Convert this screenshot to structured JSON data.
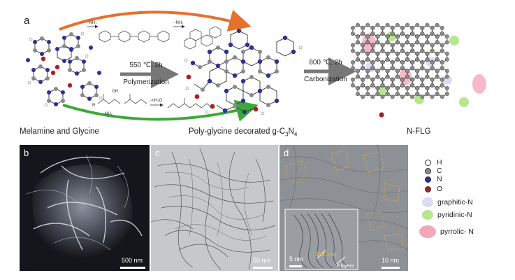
{
  "panel_a": {
    "letter": "a",
    "captions": {
      "left": "Melamine and Glycine",
      "middle_prefix": "Poly-glycine decorated g-C",
      "middle_sub1": "3",
      "middle_n": "N",
      "middle_sub2": "4",
      "right": "N-FLG"
    },
    "arrow1": {
      "top": "550 ℃, 2h",
      "bottom": "Polymerization"
    },
    "arrow2": {
      "top": "800 ℃, 2h",
      "bottom": "Carbonization"
    },
    "small_labels": {
      "nh3_a": "−NH₃",
      "nh3_b": "−NH₃",
      "h2o": "−nH₂O",
      "nh2": "NH₂",
      "oh": "OH",
      "r": "R"
    }
  },
  "panel_b": {
    "letter": "b",
    "scale": "500 nm"
  },
  "panel_c": {
    "letter": "c",
    "scale": "50 nm"
  },
  "panel_d": {
    "letter": "d",
    "scale": "10 nm",
    "inset_scale": "5 nm",
    "spacing": "0.40 nm",
    "layers": "6 layers"
  },
  "legend": {
    "items": [
      {
        "label": "H",
        "color": "#ffffff"
      },
      {
        "label": "C",
        "color": "#8a8a8a"
      },
      {
        "label": "N",
        "color": "#2e3192"
      },
      {
        "label": "O",
        "color": "#b01e23"
      },
      {
        "label": "graphitic-N",
        "color": "#dcdcf0"
      },
      {
        "label": "pyridinic-N",
        "color": "#b8e68c"
      },
      {
        "label": "pyrrolic- N",
        "color": "#f4a7b9"
      }
    ]
  },
  "colors": {
    "orange_arrow": "#e8702a",
    "green_arrow": "#3aa935",
    "carbon": "#8a8a8a",
    "nitrogen": "#2e3192",
    "oxygen": "#b01e23"
  }
}
